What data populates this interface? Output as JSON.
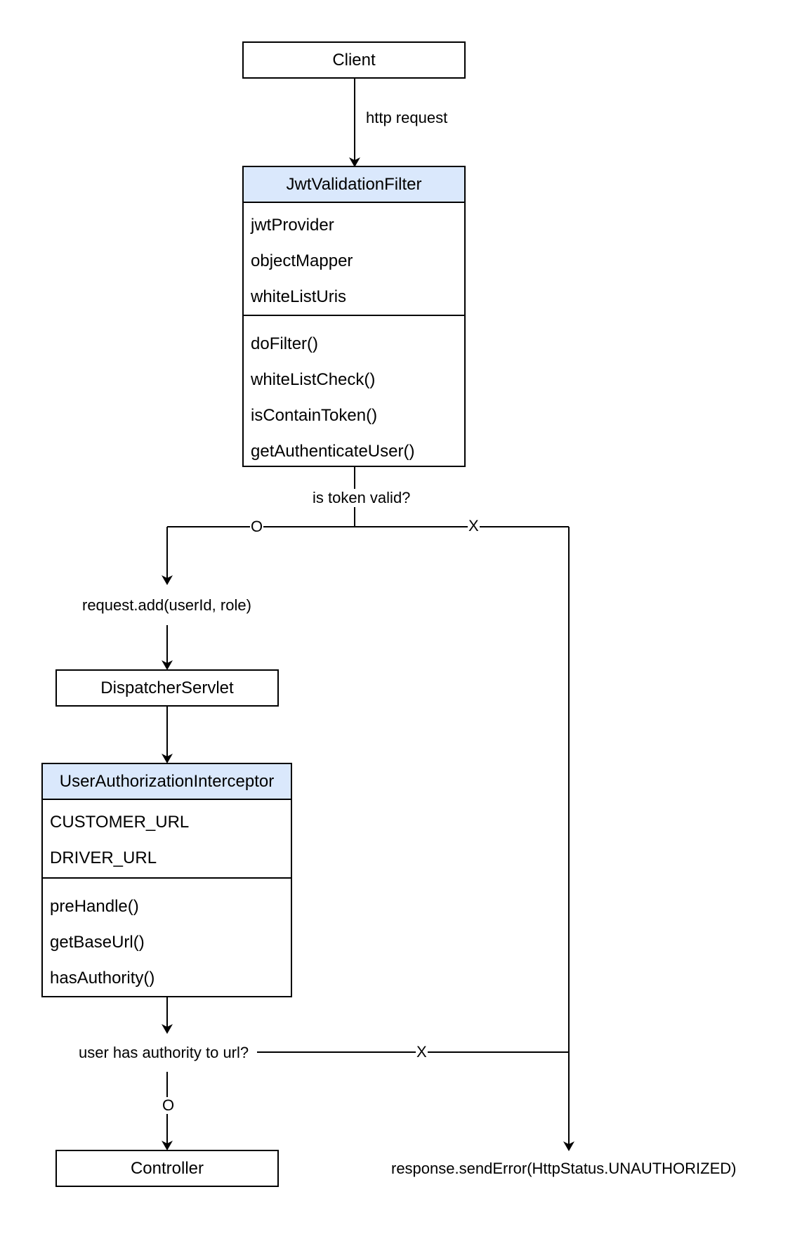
{
  "nodes": {
    "client": "Client",
    "jwt_filter": {
      "title": "JwtValidationFilter",
      "attributes": [
        "jwtProvider",
        "objectMapper",
        "whiteListUris"
      ],
      "methods": [
        "doFilter()",
        "whiteListCheck()",
        "isContainToken()",
        "getAuthenticateUser()"
      ]
    },
    "request_add": "request.add(userId, role)",
    "dispatcher": "DispatcherServlet",
    "interceptor": {
      "title": "UserAuthorizationInterceptor",
      "attributes": [
        "CUSTOMER_URL",
        "DRIVER_URL"
      ],
      "methods": [
        "preHandle()",
        "getBaseUrl()",
        "hasAuthority()"
      ]
    },
    "authority_check": "user has authority to url?",
    "controller": "Controller",
    "send_error": "response.sendError(HttpStatus.UNAUTHORIZED)"
  },
  "edges": {
    "http_request": "http request",
    "token_valid": "is token valid?",
    "yes_mark": "O",
    "no_mark": "X"
  }
}
